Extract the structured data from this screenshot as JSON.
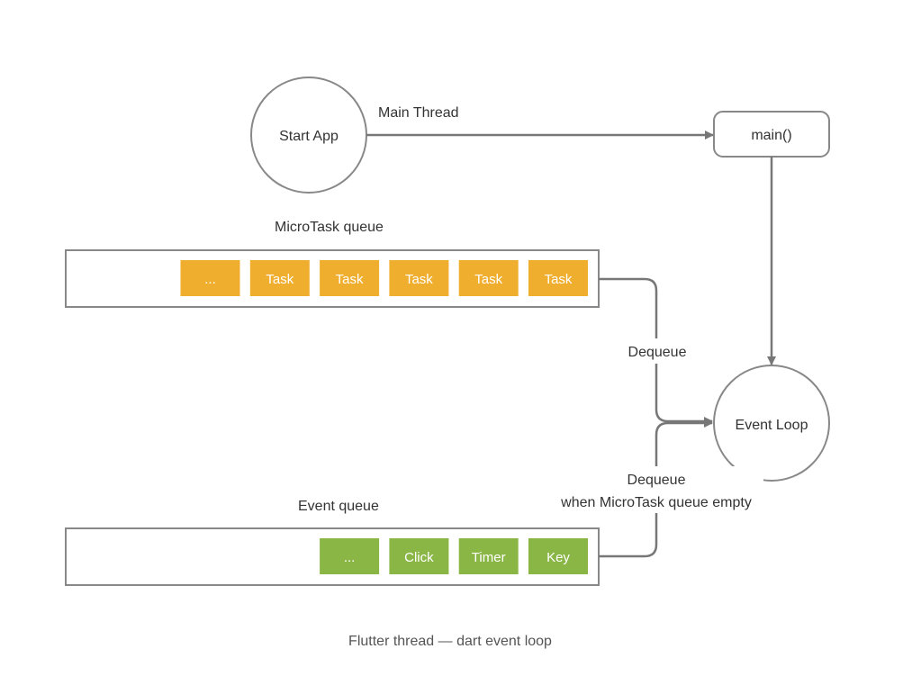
{
  "nodes": {
    "start_app": "Start App",
    "main": "main()",
    "event_loop": "Event Loop"
  },
  "edges": {
    "main_thread": "Main Thread",
    "dequeue": "Dequeue",
    "dequeue_when_1": "Dequeue",
    "dequeue_when_2": "when MicroTask queue empty"
  },
  "microtask_queue": {
    "label": "MicroTask queue",
    "color": "#F0AE2E",
    "items": [
      "...",
      "Task",
      "Task",
      "Task",
      "Task",
      "Task"
    ]
  },
  "event_queue": {
    "label": "Event queue",
    "color": "#8AB646",
    "items": [
      "...",
      "Click",
      "Timer",
      "Key"
    ]
  },
  "caption": "Flutter thread — dart event loop"
}
